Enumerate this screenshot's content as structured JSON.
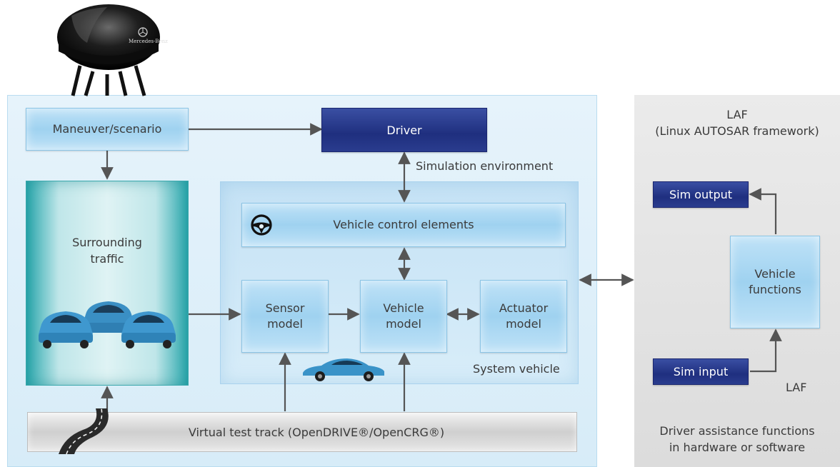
{
  "simulator_dome": {
    "brand_text": "Mercedes-Benz"
  },
  "simulation_environment": {
    "label": "Simulation environment",
    "maneuver_box": "Maneuver/scenario",
    "driver_box": "Driver",
    "surrounding_traffic": {
      "line1": "Surrounding",
      "line2": "traffic"
    },
    "virtual_test_track": "Virtual test track (OpenDRIVE®/OpenCRG®)"
  },
  "system_vehicle": {
    "label": "System vehicle",
    "vehicle_control_elements": "Vehicle control elements",
    "sensor_model": {
      "line1": "Sensor",
      "line2": "model"
    },
    "vehicle_model": {
      "line1": "Vehicle",
      "line2": "model"
    },
    "actuator_model": {
      "line1": "Actuator",
      "line2": "model"
    }
  },
  "laf_panel": {
    "title_line1": "LAF",
    "title_line2": "(Linux AUTOSAR framework)",
    "sim_output": "Sim output",
    "vehicle_functions": {
      "line1": "Vehicle",
      "line2": "functions"
    },
    "sim_input": "Sim input",
    "laf_label": "LAF",
    "footer_line1": "Driver assistance functions",
    "footer_line2": "in hardware or software"
  },
  "colors": {
    "light_box": "#a8d6f2",
    "dark_box": "#24358a",
    "arrow": "#555555",
    "traffic_teal": "#2aa8ad"
  }
}
